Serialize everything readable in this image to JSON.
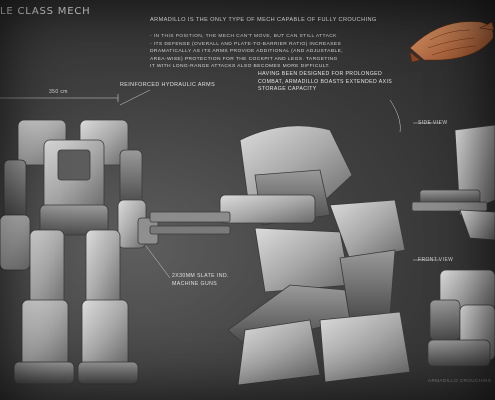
{
  "title": "LE CLASS MECH",
  "headline": "ARMADILLO IS THE ONLY TYPE OF MECH CAPABLE OF FULLY CROUCHING",
  "notes": [
    "- IN THIS POSITION, THE MECH CAN'T MOVE, BUT CAN STILL ATTACK",
    "- ITS DEFENSE (OVERALL AND PLATE-TO-BARRIER RATIO) INCREASES",
    "DRAMATICALLY AS ITS ARMS PROVIDE ADDITIONAL (AND ADJUSTABLE,",
    "AREA-WISE) PROTECTION FOR THE COCKPIT AND LEGS. TARGETING",
    "IT WITH LONG-RANGE ATTACKS ALSO BECOMES MORE DIFFICULT."
  ],
  "annotation": [
    "HAVING BEEN DESIGNED FOR PROLONGED",
    "COMBAT, ARMADILLO BOASTS EXTENDED AXIS",
    "STORAGE CAPACITY"
  ],
  "labels": {
    "arms": "REINFORCED HYDRAULIC ARMS",
    "guns_line1": "2X30MM SLATE IND.",
    "guns_line2": "MACHINE GUNS",
    "side_view": "SIDE VIEW",
    "front_view": "FRONT VIEW",
    "dimension": "350 cm",
    "faint_caption": "ARMADILLO CROUCHING"
  },
  "colors": {
    "background": "#3f3f3f",
    "armor": "#b9b9b9",
    "armor_shadow": "#6f6f6f",
    "accent_creature": "#b8683a"
  }
}
